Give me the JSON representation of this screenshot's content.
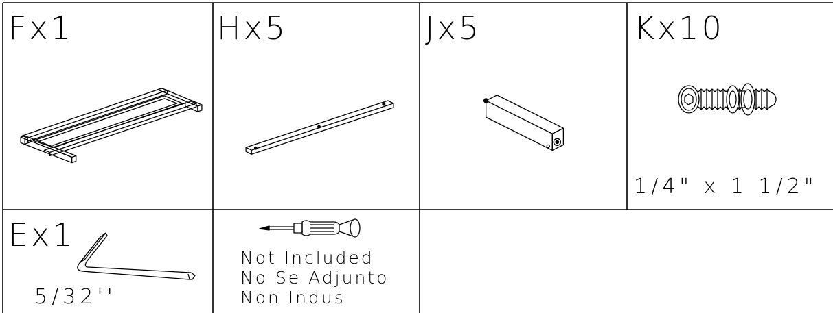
{
  "parts": {
    "F": {
      "label": "Fx1",
      "icon": "bench-frame-icon"
    },
    "H": {
      "label": "Hx5",
      "icon": "flat-bar-icon"
    },
    "J": {
      "label": "Jx5",
      "icon": "square-post-icon"
    },
    "K": {
      "label": "Kx10",
      "icon": "bolt-washer-icon",
      "size": "1/4\"  x  1  1/2\""
    },
    "E": {
      "label": "Ex1",
      "icon": "allen-key-icon",
      "size": "5/32''"
    }
  },
  "tool": {
    "icon": "screwdriver-icon",
    "notes": [
      "Not Included",
      "No Se Adjunto",
      "Non Indus"
    ]
  }
}
